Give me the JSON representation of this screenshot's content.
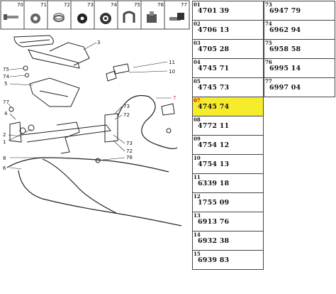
{
  "legend_icons": [
    {
      "ref": "70",
      "icon": "bolt-icon"
    },
    {
      "ref": "71",
      "icon": "washer-icon"
    },
    {
      "ref": "72",
      "icon": "spring-washer-icon"
    },
    {
      "ref": "73",
      "icon": "disc-washer-icon"
    },
    {
      "ref": "74",
      "icon": "star-washer-icon"
    },
    {
      "ref": "75",
      "icon": "clip-icon"
    },
    {
      "ref": "76",
      "icon": "nut-icon"
    },
    {
      "ref": "77",
      "icon": "screw-nut-icon"
    }
  ],
  "diagram_callouts": [
    "3",
    "11",
    "10",
    "75",
    "74",
    "5",
    "77",
    "4",
    "2",
    "1",
    "8",
    "6",
    "73",
    "72",
    "73",
    "72",
    "76",
    "7"
  ],
  "parts_left": [
    {
      "ref": "01",
      "number": "4701 39"
    },
    {
      "ref": "02",
      "number": "4706 13"
    },
    {
      "ref": "03",
      "number": "4705 28"
    },
    {
      "ref": "04",
      "number": "4745 71"
    },
    {
      "ref": "05",
      "number": "4745 73"
    },
    {
      "ref": "07",
      "number": "4745 74",
      "highlight": true
    },
    {
      "ref": "08",
      "number": "4772 11"
    },
    {
      "ref": "09",
      "number": "4754 12"
    },
    {
      "ref": "10",
      "number": "4754 13"
    },
    {
      "ref": "11",
      "number": "6339 18"
    },
    {
      "ref": "12",
      "number": "1755 09"
    },
    {
      "ref": "13",
      "number": "6913 76"
    },
    {
      "ref": "14",
      "number": "6932 38"
    },
    {
      "ref": "15",
      "number": "6939 83"
    }
  ],
  "parts_right": [
    {
      "ref": "73",
      "number": "6947 79"
    },
    {
      "ref": "74",
      "number": "6962 94"
    },
    {
      "ref": "75",
      "number": "6958 58"
    },
    {
      "ref": "76",
      "number": "6995 14"
    },
    {
      "ref": "77",
      "number": "6997 04"
    }
  ]
}
